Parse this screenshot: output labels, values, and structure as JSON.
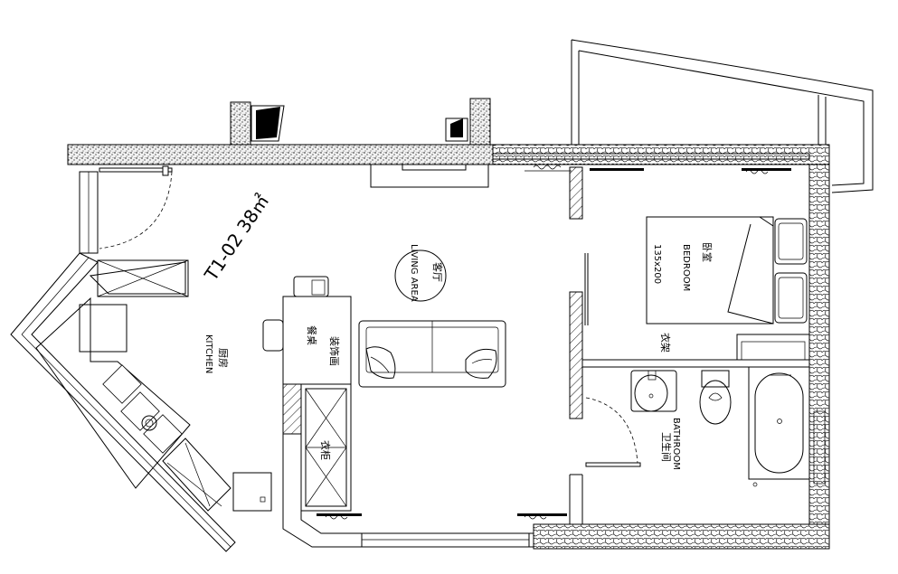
{
  "plan": {
    "title": "T1-02 38㎡",
    "rooms": {
      "living_cn": "客厅",
      "living_en": "LIVING AREA",
      "kitchen_cn": "厨房",
      "kitchen_en": "KITCHEN",
      "bedroom_cn": "卧室",
      "bedroom_en": "BEDROOM",
      "bed_size": "135x200",
      "bathroom_en": "BATHROOM",
      "bathroom_cn": "卫生间"
    },
    "furniture": {
      "dining_table": "餐桌",
      "decor_wall": "装饰画",
      "wardrobe": "衣柜",
      "clothes_rack": "衣架"
    }
  }
}
